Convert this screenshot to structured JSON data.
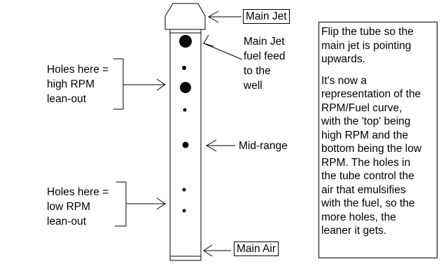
{
  "labels": {
    "main_jet": "Main Jet",
    "main_jet_feed": [
      "Main Jet",
      "fuel feed",
      "to the",
      "well"
    ],
    "mid_range": "Mid-range",
    "main_air": "Main Air",
    "holes_high": [
      "Holes here =",
      "high RPM",
      "lean-out"
    ],
    "holes_low": [
      "Holes here =",
      "low RPM",
      "lean-out"
    ]
  },
  "explanation": {
    "paragraph_1": [
      "Flip the tube so the",
      "main jet is pointing",
      "upwards."
    ],
    "paragraph_2": [
      "It's now a",
      "representation of the",
      "RPM/Fuel curve,",
      "with the 'top' being",
      "high RPM and the",
      "bottom being the low",
      "RPM.  The holes in",
      "the tube control the",
      "air that emulsifies",
      "with the fuel, so the",
      "more holes, the",
      "leaner it gets."
    ]
  },
  "colors": {
    "ink": "#000000",
    "background": "#ffffff"
  }
}
